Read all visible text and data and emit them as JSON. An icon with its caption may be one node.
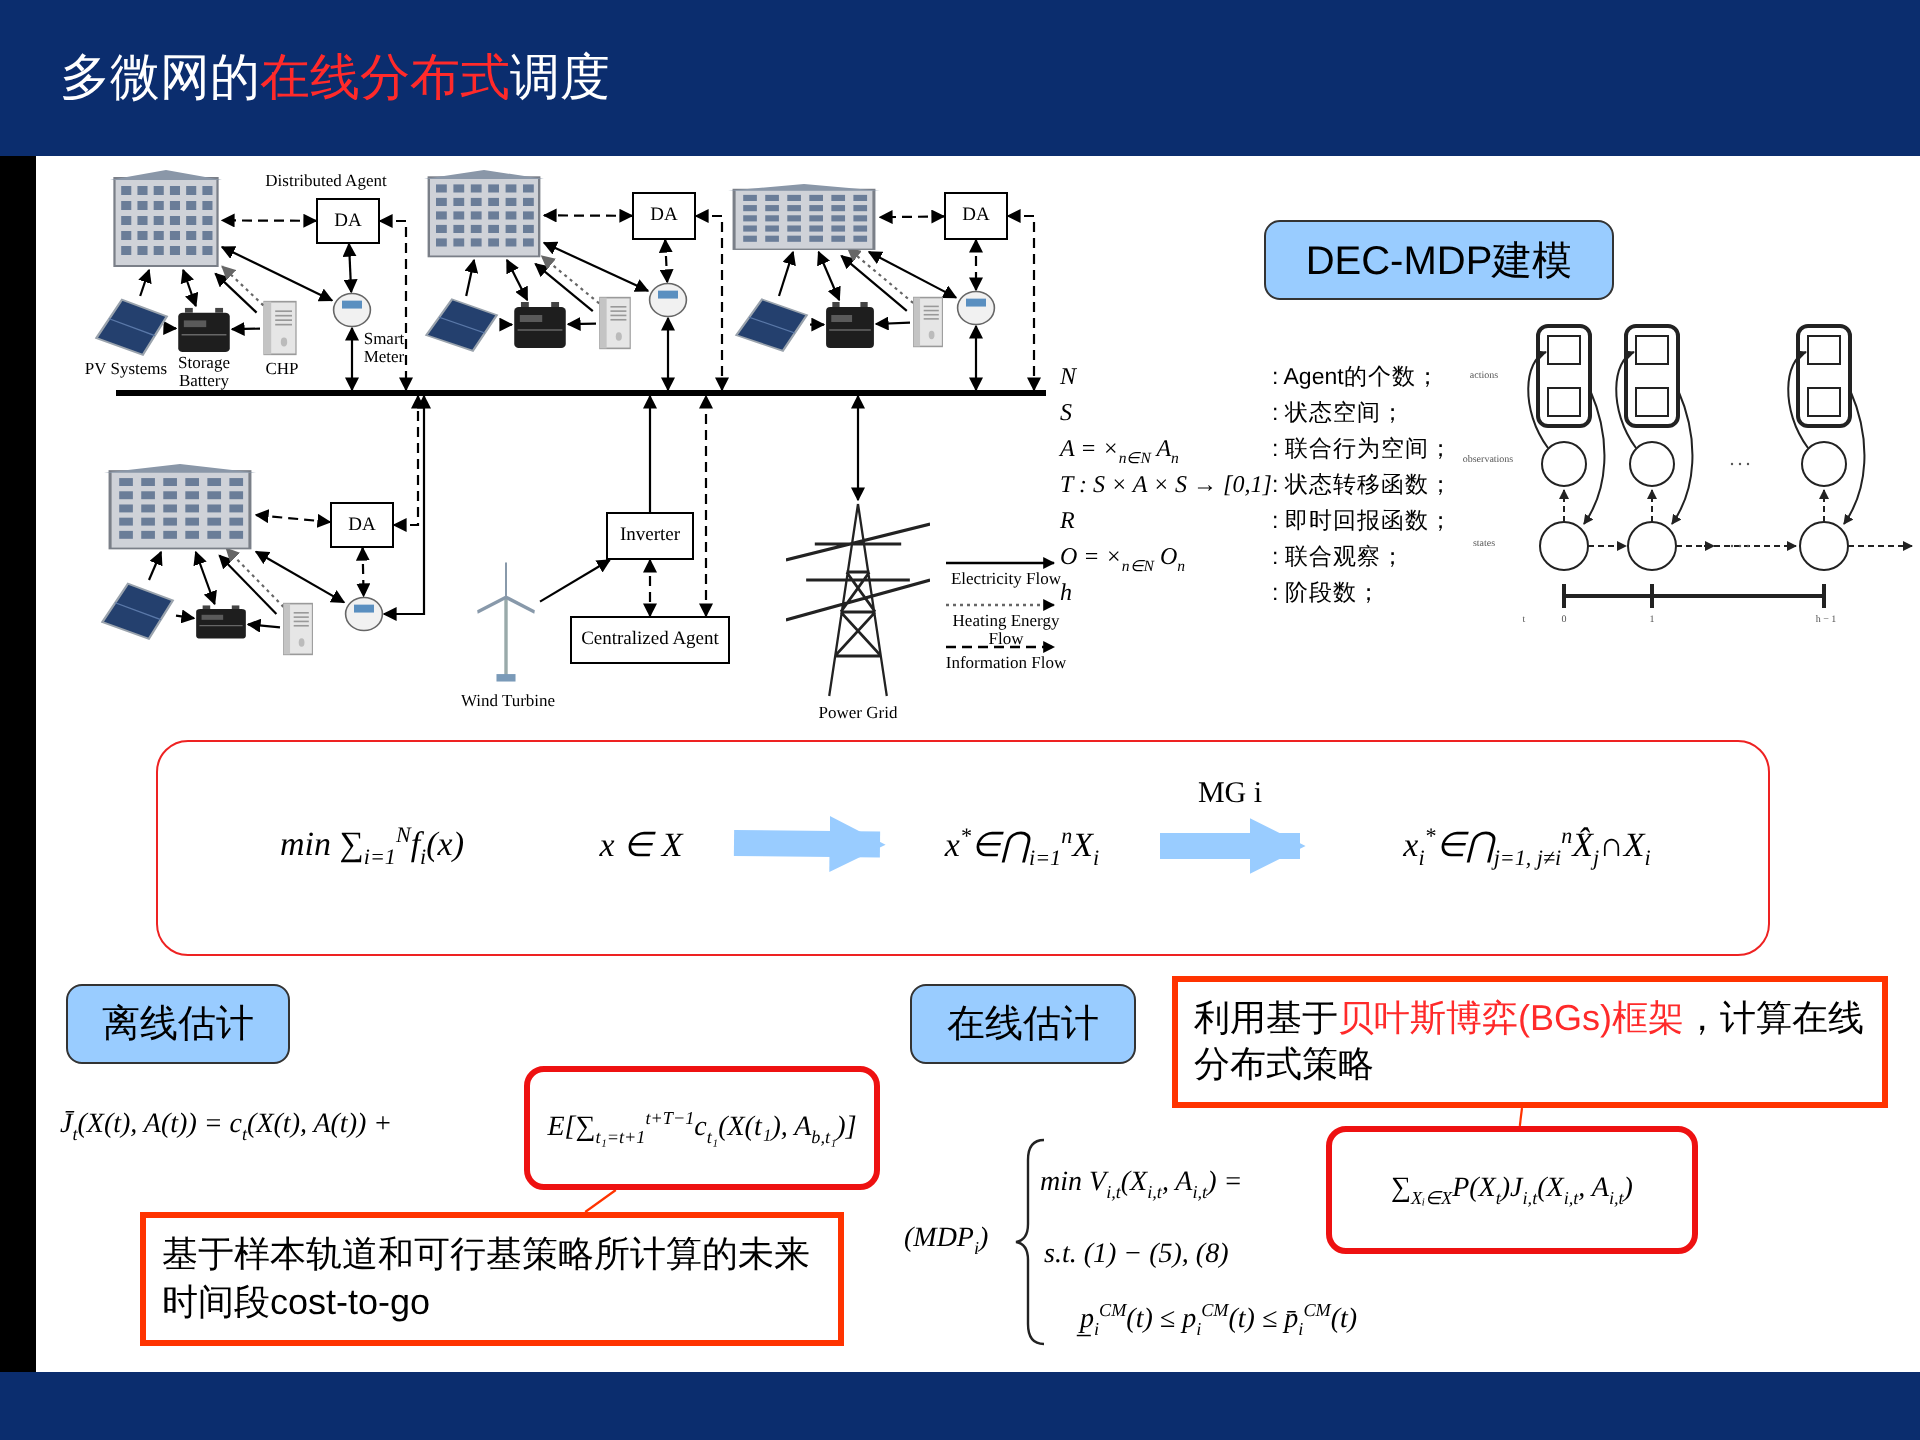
{
  "diagram": {
    "title": "多微网的**在线分布式**调度",
    "nodes": [
      {
        "text": [],
        "shape": "picture"
      },
      {
        "text": [
          "DA"
        ],
        "beside": [
          "Distributed Agent"
        ]
      },
      {
        "text": [],
        "shape": "picture",
        "beside": [
          "PV Systems"
        ]
      },
      {
        "text": [],
        "shape": "picture",
        "beside": [
          "Storage Battery"
        ]
      },
      {
        "text": [],
        "shape": "picture",
        "beside": [
          "CHP"
        ]
      },
      {
        "text": [],
        "shape": "picture",
        "beside": [
          "Smart Meter"
        ]
      },
      {
        "text": [],
        "shape": "picture"
      },
      {
        "text": [
          "DA"
        ]
      },
      {
        "text": [],
        "shape": "picture"
      },
      {
        "text": [],
        "shape": "picture"
      },
      {
        "text": [],
        "shape": "picture"
      },
      {
        "text": [],
        "shape": "picture"
      },
      {
        "text": [],
        "shape": "picture"
      },
      {
        "text": [
          "DA"
        ]
      },
      {
        "text": [],
        "shape": "picture"
      },
      {
        "text": [],
        "shape": "picture"
      },
      {
        "text": [],
        "shape": "picture"
      },
      {
        "text": [],
        "shape": "picture"
      },
      {
        "text": [],
        "shape": "bar"
      },
      {
        "text": [],
        "shape": "picture"
      },
      {
        "text": [
          "DA"
        ]
      },
      {
        "text": [],
        "shape": "picture"
      },
      {
        "text": [],
        "shape": "picture"
      },
      {
        "text": [],
        "shape": "picture"
      },
      {
        "text": [],
        "shape": "picture"
      },
      {
        "text": [],
        "shape": "picture",
        "beside": [
          "Wind Turbine"
        ]
      },
      {
        "text": [
          "Inverter"
        ]
      },
      {
        "text": [
          "Centralized Agent"
        ]
      },
      {
        "text": [],
        "shape": "picture",
        "beside": [
          "Power Grid"
        ]
      },
      {
        "text": [
          "DEC-MDP建模"
        ]
      },
      {
        "text": [],
        "shape": "box"
      },
      {
        "text": [
          "min ∑$_{i=1}$$^{N}$f$_{i}$(x)"
        ],
        "in": 30
      },
      {
        "text": [
          "x ∈ X"
        ],
        "in": 30
      },
      {
        "text": [
          "x$^{*}$∈⋂$_{i=1}$$^{n}$X$_{i}$"
        ],
        "in": 30
      },
      {
        "text": [
          "x$_{i}$$^{*}$∈⋂$_{j=1, j≠i}$$^{n}$X̂$_{j}$∩X$_{i}$"
        ],
        "in": 30
      },
      {
        "text": [
          "离线估计"
        ]
      },
      {
        "text": [
          "E[∑$_{t₁=t+1}$$^{t+T−1}$c$_{t₁}$(X(t₁), A$_{b,t₁}$)]"
        ]
      },
      {
        "text": [
          "基于样本轨道和可行基策略所计算的未来时间段cost-to-go"
        ]
      },
      {
        "text": [
          "在线估计"
        ]
      },
      {
        "text": [
          "利用基于**贝叶斯博弈(BGs)框架**，计算在线分布式策略"
        ]
      },
      {
        "text": [
          "∑$_{Xᵢ∈X}$P(X$_{t}$)J$_{i,t}$(X$_{i,t}$, A$_{i,t}$)"
        ]
      }
    ],
    "edges": [
      {
        "from": 1,
        "to": 0,
        "arrow": "both",
        "style": "dashed"
      },
      {
        "from": 1,
        "to": 5,
        "arrow": "both"
      },
      {
        "from": 2,
        "to": 0,
        "arrow": "to"
      },
      {
        "from": 2,
        "to": 3,
        "arrow": "to"
      },
      {
        "from": 3,
        "to": 0,
        "arrow": "both"
      },
      {
        "from": 4,
        "to": 3,
        "arrow": "to"
      },
      {
        "from": 4,
        "to": 0,
        "arrow": "to"
      },
      {
        "from": 4,
        "to": 0,
        "arrow": "to",
        "style": "dashed",
        "color": "#666666"
      },
      {
        "from": 5,
        "to": 0,
        "arrow": "both"
      },
      {
        "from": 5,
        "to": 18,
        "arrow": "both"
      },
      {
        "from": 1,
        "to": 18,
        "arrow": "both",
        "style": "dashed"
      },
      {
        "from": 7,
        "to": 6,
        "arrow": "both",
        "style": "dashed"
      },
      {
        "from": 7,
        "to": 11,
        "arrow": "both",
        "style": "dashed"
      },
      {
        "from": 8,
        "to": 6,
        "arrow": "to"
      },
      {
        "from": 8,
        "to": 9,
        "arrow": "to"
      },
      {
        "from": 9,
        "to": 6,
        "arrow": "both"
      },
      {
        "from": 10,
        "to": 9,
        "arrow": "to"
      },
      {
        "from": 10,
        "to": 6,
        "arrow": "to"
      },
      {
        "from": 10,
        "to": 6,
        "arrow": "to",
        "style": "dashed",
        "color": "#666666"
      },
      {
        "from": 11,
        "to": 6,
        "arrow": "both"
      },
      {
        "from": 11,
        "to": 18,
        "arrow": "both"
      },
      {
        "from": 7,
        "to": 18,
        "arrow": "both",
        "style": "dashed"
      },
      {
        "from": 13,
        "to": 12,
        "arrow": "both",
        "style": "dashed"
      },
      {
        "from": 13,
        "to": 17,
        "arrow": "both",
        "style": "dashed"
      },
      {
        "from": 14,
        "to": 12,
        "arrow": "to"
      },
      {
        "from": 14,
        "to": 15,
        "arrow": "to"
      },
      {
        "from": 15,
        "to": 12,
        "arrow": "both"
      },
      {
        "from": 16,
        "to": 15,
        "arrow": "to"
      },
      {
        "from": 16,
        "to": 12,
        "arrow": "to"
      },
      {
        "from": 16,
        "to": 12,
        "arrow": "to",
        "style": "dashed",
        "color": "#666666"
      },
      {
        "from": 17,
        "to": 12,
        "arrow": "both"
      },
      {
        "from": 17,
        "to": 18,
        "arrow": "both"
      },
      {
        "from": 13,
        "to": 18,
        "arrow": "both",
        "style": "dashed"
      },
      {
        "from": 20,
        "to": 19,
        "arrow": "both",
        "style": "dashed"
      },
      {
        "from": 20,
        "to": 24,
        "arrow": "both",
        "style": "dashed"
      },
      {
        "from": 21,
        "to": 19,
        "arrow": "to"
      },
      {
        "from": 21,
        "to": 22,
        "arrow": "to"
      },
      {
        "from": 22,
        "to": 19,
        "arrow": "both"
      },
      {
        "from": 23,
        "to": 22,
        "arrow": "to"
      },
      {
        "from": 23,
        "to": 19,
        "arrow": "to"
      },
      {
        "from": 23,
        "to": 19,
        "arrow": "to",
        "style": "dashed",
        "color": "#666666"
      },
      {
        "from": 24,
        "to": 19,
        "arrow": "both"
      },
      {
        "from": 24,
        "to": 18,
        "arrow": "both"
      },
      {
        "from": 20,
        "to": 18,
        "arrow": "both",
        "style": "dashed"
      },
      {
        "from": 18,
        "to": 28,
        "arrow": "both"
      },
      {
        "from": 25,
        "to": 26,
        "arrow": "to"
      },
      {
        "from": 26,
        "to": 18,
        "arrow": "to"
      },
      {
        "from": 26,
        "to": 27,
        "arrow": "both",
        "style": "dashed"
      },
      {
        "from": 27,
        "to": 18,
        "arrow": "both",
        "style": "dashed"
      },
      {
        "from": 32,
        "to": 33,
        "arrow": "to",
        "style": "thick",
        "color": "#99ccff"
      },
      {
        "from": 33,
        "to": 34,
        "arrow": "to",
        "style": "thick",
        "color": "#99ccff",
        "label": "MG i"
      },
      {
        "from": 37,
        "to": 36,
        "arrow": "none",
        "color": "#ff3300"
      },
      {
        "from": 39,
        "to": 40,
        "arrow": "none",
        "color": "#ff3300"
      }
    ],
    "labels": [
      "N",
      ": Agent的个数；",
      "S",
      ": 状态空间；",
      "A = ×$_{n∈N}$ A$_{n}$",
      ": 联合行为空间；",
      "T : S × A × S → [0,1]",
      ": 状态转移函数；",
      "R",
      ": 即时回报函数；",
      "O = ×$_{n∈N}$ O$_{n}$",
      ": 联合观察；",
      "h",
      ": 阶段数；",
      "actions",
      "observations",
      "states",
      "t",
      "0",
      "1",
      "h − 1",
      "J̄$_{t}$(X(t), A(t)) = c$_{t}$(X(t), A(t)) +",
      "(MDP$_{i}$)",
      "min V$_{i,t}$(X$_{i,t}$, A$_{i,t}$) =",
      "s.t.   (1) − (5), (8)",
      "p̲$_{i}$$^{CM}$(t) ≤ p$_{i}$$^{CM}$(t) ≤ p̄$_{i}$$^{CM}$(t)"
    ],
    "legend": [
      {
        "text": "Electricity Flow"
      },
      {
        "text": "Heating Energy Flow"
      },
      {
        "text": "Information Flow"
      }
    ]
  }
}
